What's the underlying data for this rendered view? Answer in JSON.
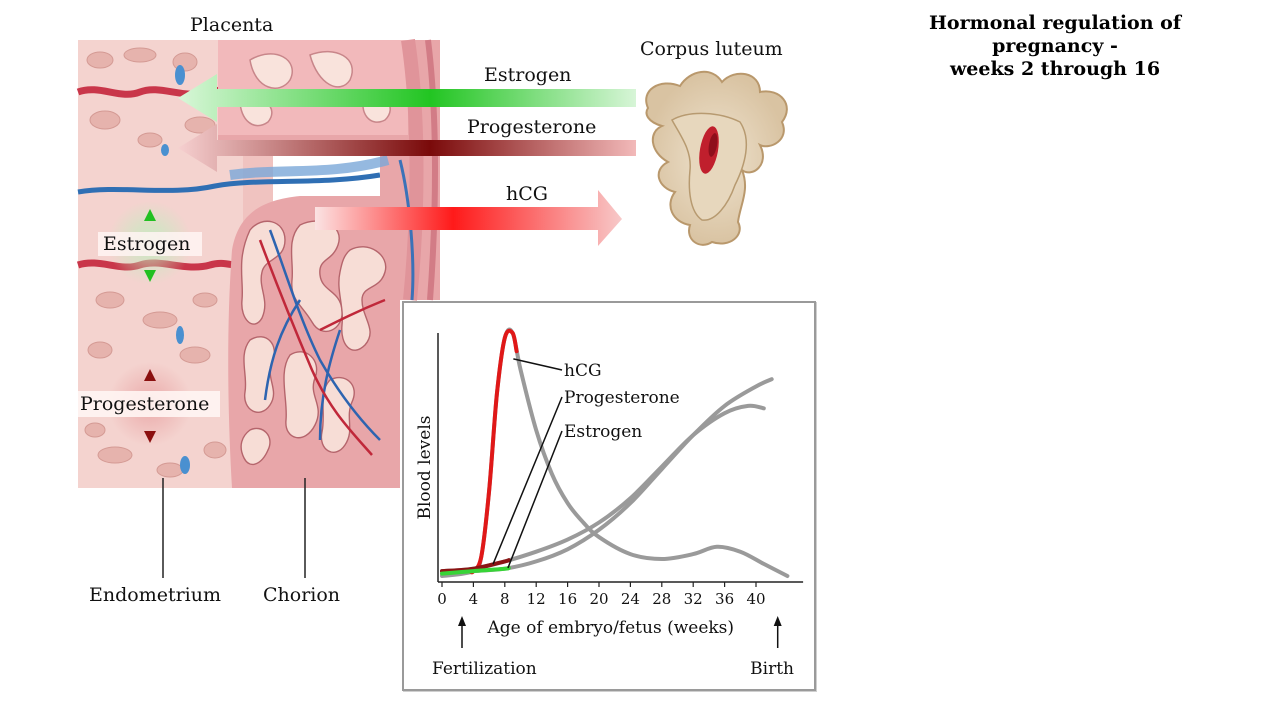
{
  "title": {
    "line1": "Hormonal regulation of",
    "line2": "pregnancy -",
    "line3": "weeks 2 through 16"
  },
  "labels": {
    "placenta": "Placenta",
    "corpus_luteum": "Corpus luteum",
    "arrow_estrogen": "Estrogen",
    "arrow_progesterone": "Progesterone",
    "arrow_hcg": "hCG",
    "tissue_estrogen": "Estrogen",
    "tissue_progesterone": "Progesterone",
    "endometrium": "Endometrium",
    "chorion": "Chorion"
  },
  "colors": {
    "estrogen": "#2ecc2e",
    "progesterone": "#a01818",
    "hcg": "#e82020",
    "tissue_pink": "#f3c7c4",
    "chorion_pink": "#e9a0a3"
  },
  "chart_data": {
    "type": "line",
    "xlabel": "Age of embryo/fetus (weeks)",
    "ylabel": "Blood levels",
    "x_ticks": [
      "0",
      "4",
      "8",
      "12",
      "16",
      "20",
      "24",
      "28",
      "32",
      "36",
      "40"
    ],
    "xlim": [
      0,
      46
    ],
    "annotations": {
      "start": "Fertilization",
      "end": "Birth"
    },
    "series": [
      {
        "name": "hCG",
        "x": [
          0,
          4,
          5,
          6,
          7,
          8,
          9,
          10,
          12,
          14,
          16,
          18,
          20,
          24,
          28,
          32,
          35,
          38,
          41,
          44
        ],
        "y": [
          0,
          0.02,
          0.08,
          0.35,
          0.75,
          0.98,
          1.0,
          0.85,
          0.6,
          0.42,
          0.3,
          0.22,
          0.16,
          0.09,
          0.07,
          0.09,
          0.12,
          0.1,
          0.05,
          0.0
        ]
      },
      {
        "name": "Progesterone",
        "x": [
          0,
          4,
          8,
          12,
          16,
          20,
          24,
          28,
          32,
          36,
          39,
          41
        ],
        "y": [
          0.02,
          0.03,
          0.06,
          0.1,
          0.15,
          0.22,
          0.32,
          0.45,
          0.58,
          0.67,
          0.7,
          0.69
        ]
      },
      {
        "name": "Estrogen",
        "x": [
          0,
          4,
          8,
          12,
          16,
          20,
          24,
          28,
          32,
          36,
          40,
          42
        ],
        "y": [
          0.01,
          0.02,
          0.03,
          0.06,
          0.11,
          0.19,
          0.3,
          0.44,
          0.58,
          0.7,
          0.78,
          0.81
        ]
      }
    ],
    "highlight": [
      {
        "series": "hCG",
        "x_range": [
          3.6,
          9.5
        ],
        "color": "#e01818"
      },
      {
        "series": "Progesterone",
        "x_range": [
          0,
          8.5
        ],
        "color": "#8b1414"
      },
      {
        "series": "Estrogen",
        "x_range": [
          0,
          8.5
        ],
        "color": "#37d437"
      }
    ]
  }
}
